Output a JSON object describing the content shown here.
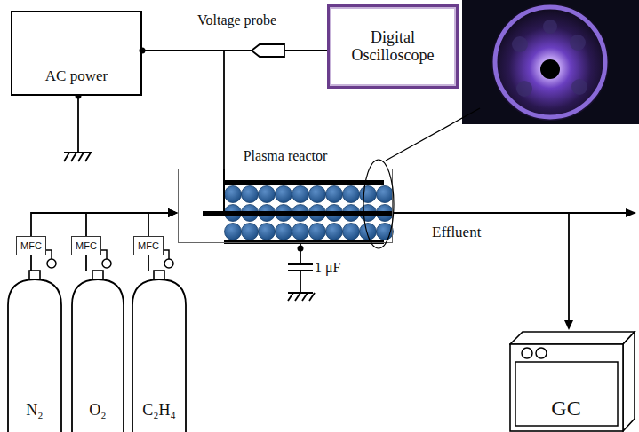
{
  "diagram": {
    "nodes": [
      {
        "text": [
          "AC power"
        ]
      },
      {
        "text": [
          "Digital Oscilloscope"
        ]
      },
      {
        "text": [
          "Plasma reactor"
        ]
      },
      {
        "text": [
          "MFC"
        ]
      },
      {
        "text": [
          "MFC"
        ]
      },
      {
        "text": [
          "MFC"
        ]
      },
      {
        "text": [
          "N₂"
        ]
      },
      {
        "text": [
          "O₂"
        ]
      },
      {
        "text": [
          "C₂H₄"
        ]
      },
      {
        "text": [
          "GC"
        ]
      }
    ],
    "edges": [
      {
        "from": 0,
        "to": 1,
        "arrow": "none"
      },
      {
        "from": 0,
        "to": 2,
        "arrow": "none"
      },
      {
        "from": 2,
        "to": 9,
        "label": "Effluent",
        "arrow": "to"
      },
      {
        "from": 6,
        "to": 3,
        "arrow": "none"
      },
      {
        "from": 7,
        "to": 4,
        "arrow": "none"
      },
      {
        "from": 8,
        "to": 5,
        "arrow": "none"
      },
      {
        "from": 3,
        "to": 2,
        "arrow": "to"
      },
      {
        "from": 4,
        "to": 2,
        "arrow": "to"
      },
      {
        "from": 5,
        "to": 2,
        "arrow": "to"
      }
    ],
    "labels": [
      "Voltage probe",
      "1 μF"
    ]
  }
}
